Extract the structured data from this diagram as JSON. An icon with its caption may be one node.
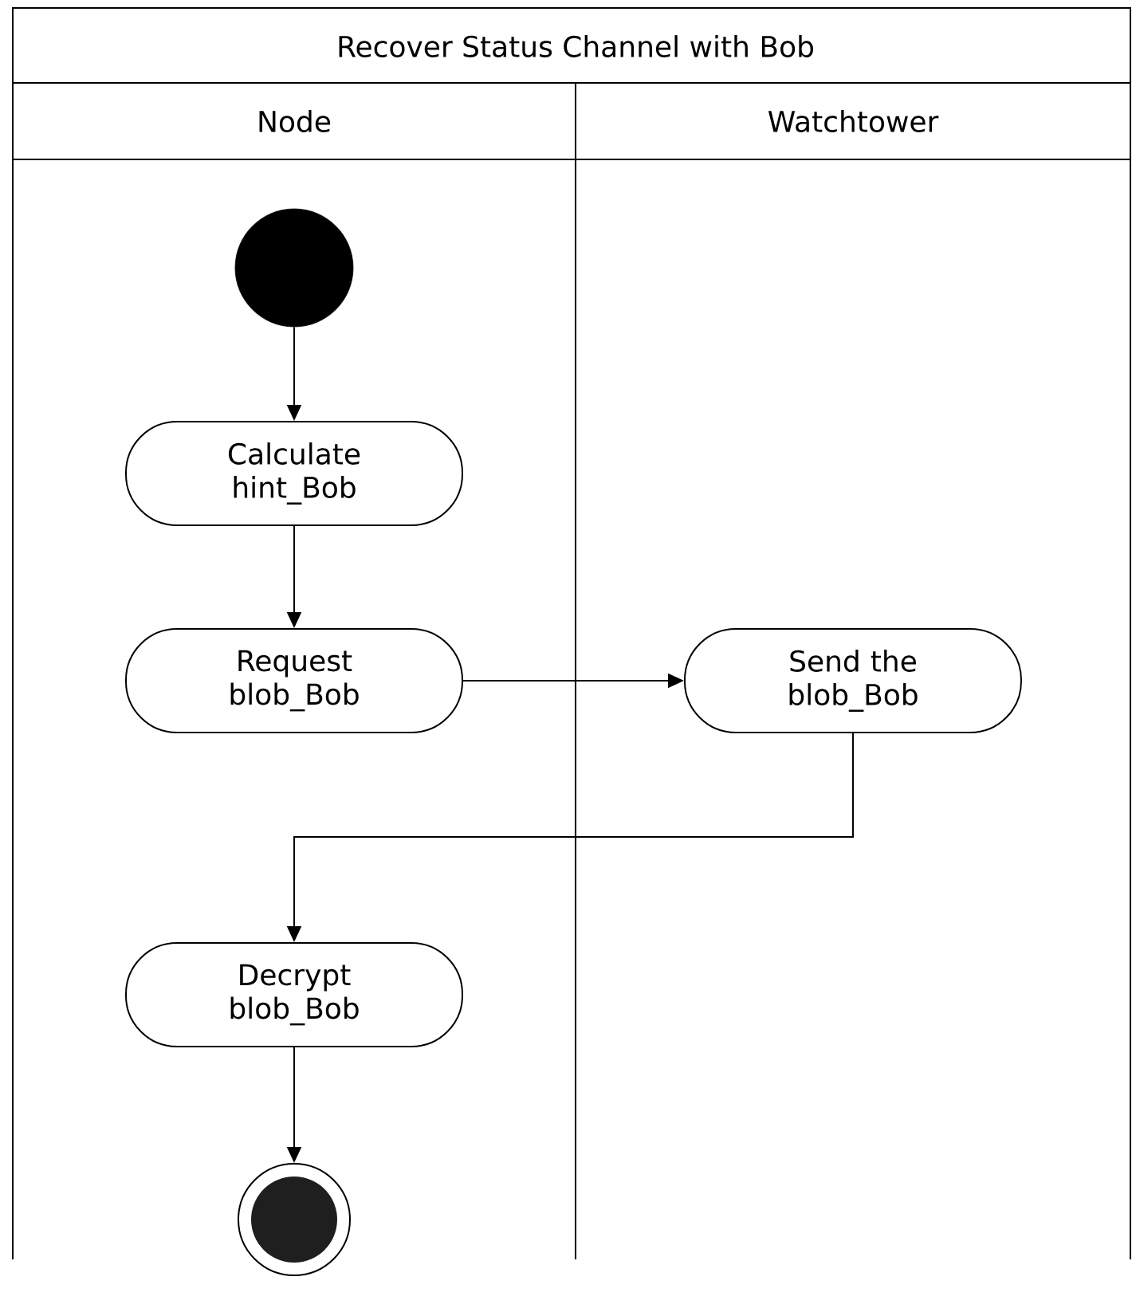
{
  "diagram": {
    "title": "Recover Status Channel with Bob",
    "nodes": [
      {
        "text": [
          "Node"
        ]
      },
      {
        "text": [
          "Watchtower"
        ]
      },
      {
        "text": [],
        "shape": "circle",
        "in": 0
      },
      {
        "text": [
          "Calculate hint_Bob"
        ],
        "in": 0
      },
      {
        "text": [
          "Request blob_Bob"
        ],
        "in": 0
      },
      {
        "text": [
          "Send the blob_Bob"
        ],
        "in": 1
      },
      {
        "text": [
          "Decrypt blob_Bob"
        ],
        "in": 0
      },
      {
        "text": [],
        "shape": "circle",
        "in": 0
      }
    ],
    "edges": [
      {
        "from": 2,
        "to": 3,
        "arrow": "to"
      },
      {
        "from": 3,
        "to": 4,
        "arrow": "to"
      },
      {
        "from": 4,
        "to": 5,
        "arrow": "to"
      },
      {
        "from": 5,
        "to": 6,
        "arrow": "to"
      },
      {
        "from": 6,
        "to": 7,
        "arrow": "to"
      }
    ]
  }
}
